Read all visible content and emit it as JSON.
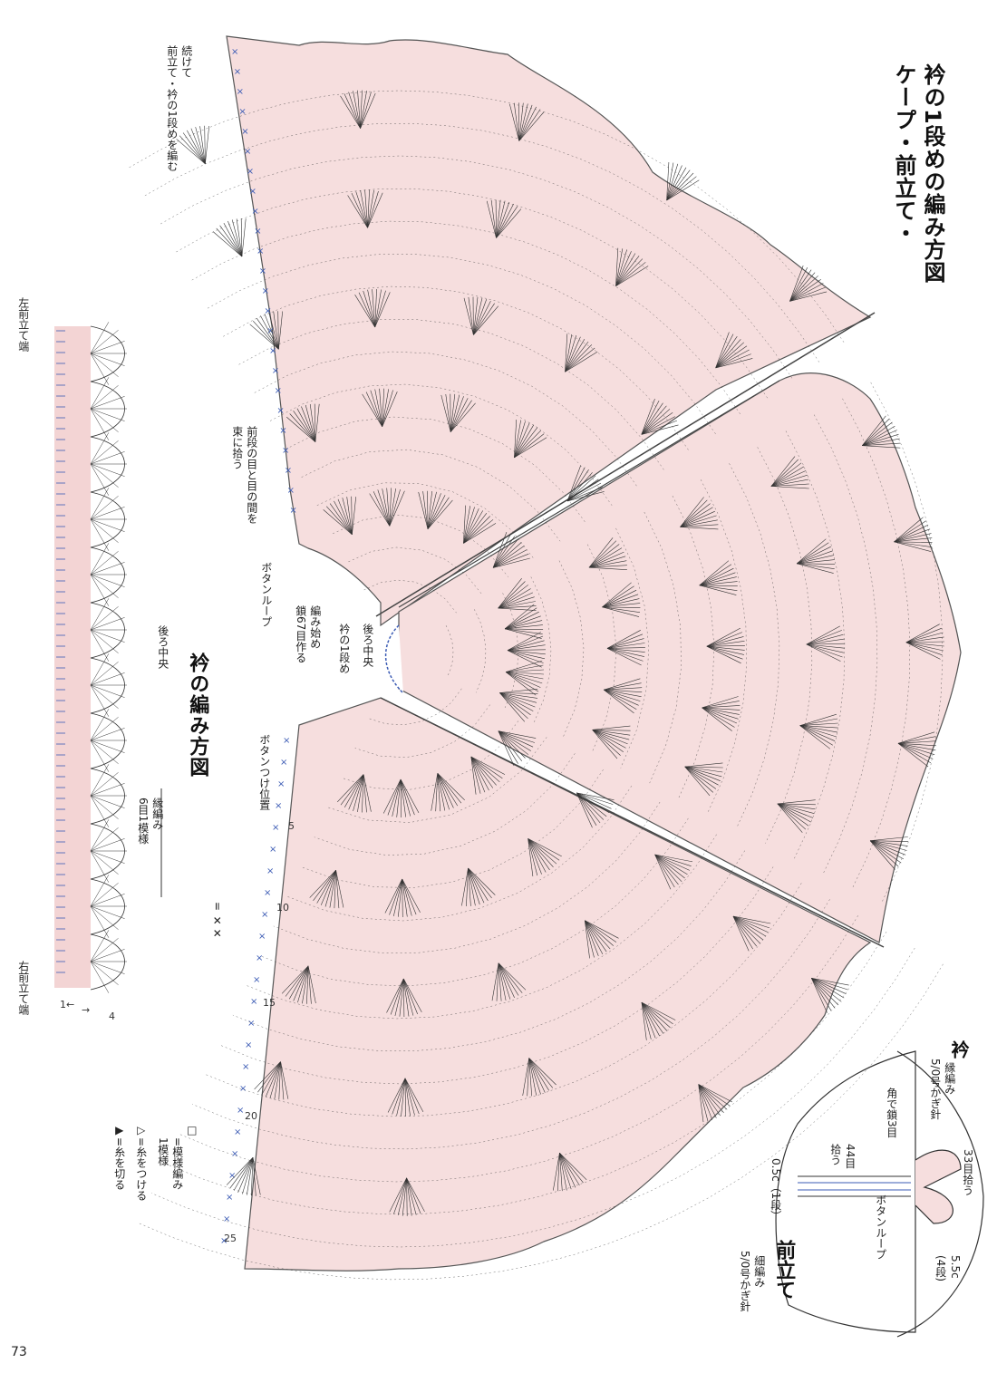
{
  "titles": {
    "main_line1": "ケープ・前立て・",
    "main_line2": "衿の1段めの編み方図",
    "collar": "衿の編み方図"
  },
  "labels": {
    "continue": [
      "続けて",
      "前立て・衿の1段めを編む"
    ],
    "pick_between": [
      "前段の目と目の間を",
      "束に拾う"
    ],
    "button_loop": "ボタンループ",
    "start": [
      "編み始め",
      "鎖67目作る"
    ],
    "back_center": "後ろ中央",
    "collar_row1": "衿の1段め",
    "button_pos": "ボタンつけ位置",
    "left_front_edge": "左前立て端",
    "right_front_edge": "右前立て端",
    "collar_back_center": "後ろ中央",
    "edging": [
      "縁編み",
      "6目1模様"
    ],
    "equals_sym": "= ✕✕"
  },
  "row_numbers": [
    "5",
    "10",
    "15",
    "20",
    "25"
  ],
  "collar_marks": [
    "1←",
    "→",
    "4"
  ],
  "legend": [
    {
      "symbol": "□",
      "text": [
        "=模様編み",
        "1模様"
      ]
    },
    {
      "symbol": "▷",
      "text": "=糸をつける"
    },
    {
      "symbol": "▶",
      "text": "=糸を切る"
    }
  ],
  "schematic": {
    "collar_title": "衿",
    "collar_sub": [
      "縁編み",
      "5/0号かぎ針"
    ],
    "front_title": "前立て",
    "front_sub": [
      "細編み",
      "5/0号かぎ針"
    ],
    "pick33": "33目拾う",
    "corner": "角で鎖3目",
    "pick44": [
      "44目",
      "拾う"
    ],
    "w05": "0.5c（1段）",
    "loop": "ボタンループ",
    "w55": [
      "5.5c",
      "(4段)"
    ]
  },
  "page_number": "73",
  "colors": {
    "pink": "#f6dede",
    "pink_dark": "#e7b9b9",
    "line": "#333333",
    "blue": "#3b5bb4"
  }
}
